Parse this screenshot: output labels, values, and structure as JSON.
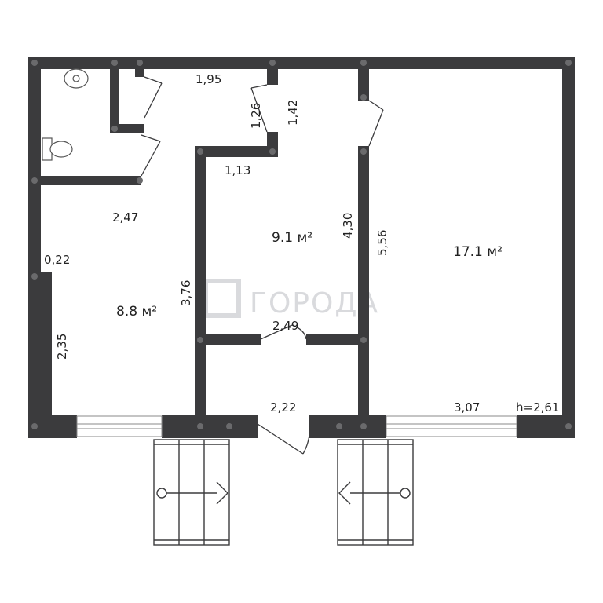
{
  "plan": {
    "rooms": [
      {
        "id": "left-room",
        "area": "8.8 м²"
      },
      {
        "id": "middle-room",
        "area": "9.1 м²"
      },
      {
        "id": "right-room",
        "area": "17.1 м²"
      }
    ],
    "dimensions": {
      "d_1_95": "1,95",
      "d_1_26": "1,26",
      "d_1_42": "1,42",
      "d_1_13": "1,13",
      "d_2_47": "2,47",
      "d_0_22": "0,22",
      "d_3_76": "3,76",
      "d_4_30": "4,30",
      "d_5_56": "5,56",
      "d_2_35": "2,35",
      "d_2_49": "2,49",
      "d_2_22": "2,22",
      "d_3_07": "3,07",
      "ceiling": "h=2,61"
    },
    "watermark": {
      "text": "ГОРОДА"
    }
  }
}
